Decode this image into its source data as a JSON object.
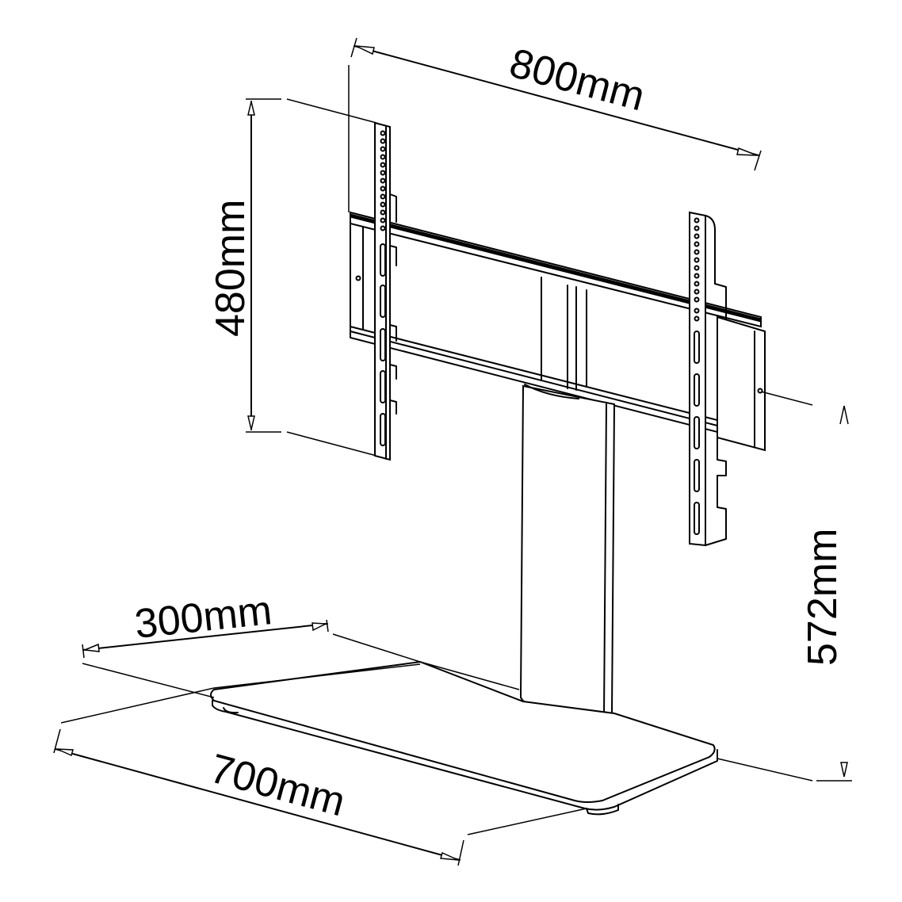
{
  "diagram": {
    "subject": "TV stand technical drawing",
    "line_color": "#000000",
    "background": "#ffffff",
    "dimensions": {
      "bracket_width": {
        "label": "800mm",
        "value": 800,
        "unit": "mm"
      },
      "bracket_height": {
        "label": "480mm",
        "value": 480,
        "unit": "mm"
      },
      "total_height": {
        "label": "572mm",
        "value": 572,
        "unit": "mm"
      },
      "base_depth": {
        "label": "300mm",
        "value": 300,
        "unit": "mm"
      },
      "base_width": {
        "label": "700mm",
        "value": 700,
        "unit": "mm"
      }
    },
    "parts": [
      "vesa-bracket-left",
      "vesa-bracket-right",
      "crossbar-top",
      "crossbar-bottom",
      "column",
      "base-plate"
    ]
  }
}
